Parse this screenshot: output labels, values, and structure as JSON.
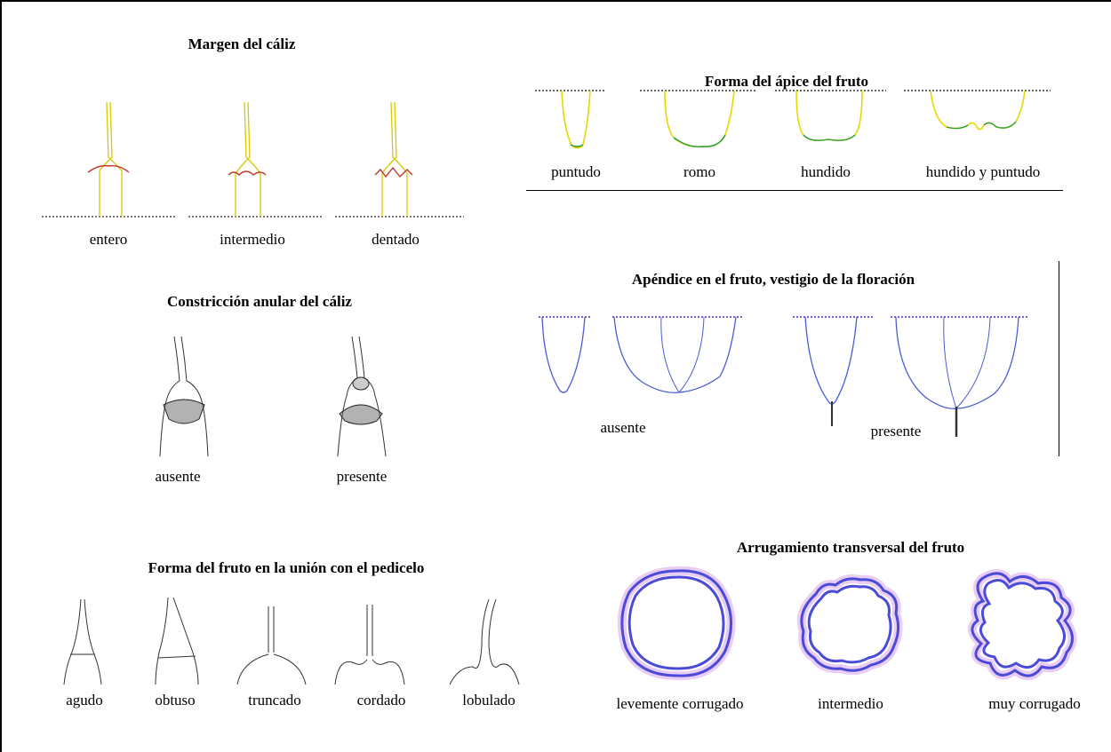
{
  "sections": {
    "calyx_margin": {
      "title": "Margen del cáliz",
      "options": [
        "entero",
        "intermedio",
        "dentado"
      ]
    },
    "calyx_annular_constriction": {
      "title": "Constricción anular del cáliz",
      "options": [
        "ausente",
        "presente"
      ]
    },
    "fruit_shape_at_pedicel": {
      "title": "Forma del fruto en la unión con el pedicelo",
      "options": [
        "agudo",
        "obtuso",
        "truncado",
        "cordado",
        "lobulado"
      ]
    },
    "fruit_apex_shape": {
      "title": "Forma del ápice del fruto",
      "options": [
        "puntudo",
        "romo",
        "hundido",
        "hundido y puntudo"
      ]
    },
    "flower_remnant_appendix": {
      "title": "Apéndice en el fruto, vestigio de la floración",
      "options": [
        "ausente",
        "presente"
      ]
    },
    "transverse_wrinkling": {
      "title": "Arrugamiento transversal del fruto",
      "options": [
        "levemente corrugado",
        "intermedio",
        "muy corrugado"
      ]
    }
  },
  "colors": {
    "apex_outline": "#e8d800",
    "apex_outline_secondary": "#2a9e3a",
    "calyx_outline": "#d8c800",
    "calyx_accent": "#c0392b",
    "appendix_outline": "#4b5bd6",
    "wrinkle_outline": "#4b4bd8",
    "wrinkle_halo": "#c070e0",
    "sketch_ink": "#333333"
  }
}
